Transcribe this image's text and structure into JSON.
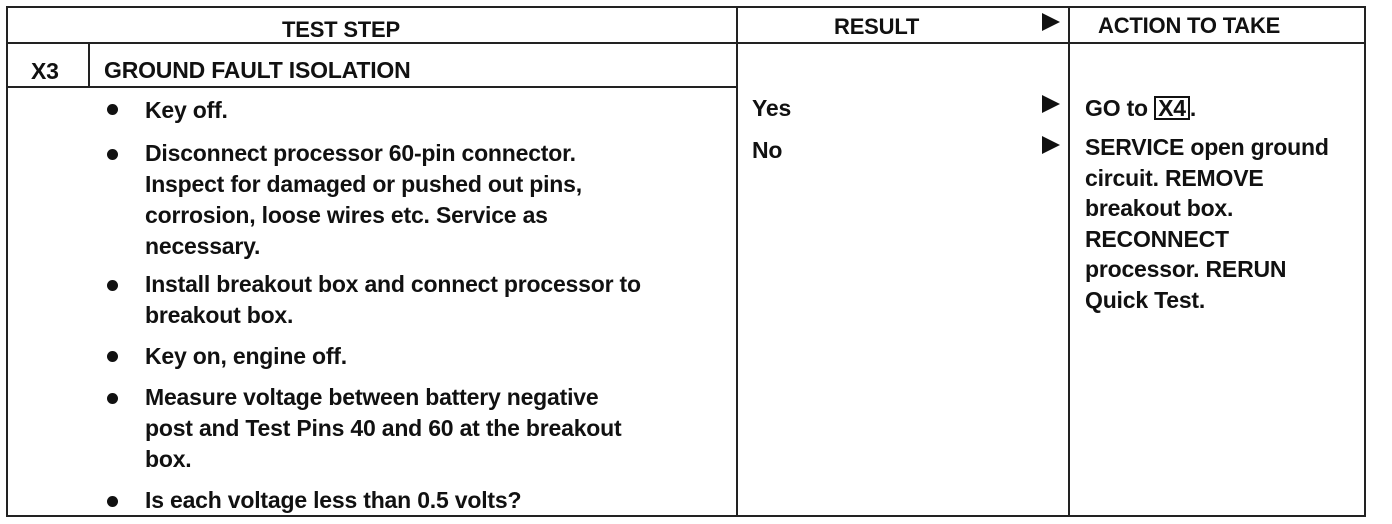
{
  "headers": {
    "test_step": "TEST STEP",
    "result": "RESULT",
    "action": "ACTION TO TAKE"
  },
  "step": {
    "id": "X3",
    "title": "GROUND FAULT ISOLATION",
    "bullets": [
      {
        "lines": [
          "Key off."
        ]
      },
      {
        "lines": [
          "Disconnect processor 60-pin connector.",
          "Inspect for damaged or pushed out pins,",
          "corrosion, loose wires etc. Service as",
          "necessary."
        ]
      },
      {
        "lines": [
          "Install breakout box and connect processor to",
          "breakout box."
        ]
      },
      {
        "lines": [
          "Key on, engine off."
        ]
      },
      {
        "lines": [
          "Measure voltage between battery negative",
          "post and Test Pins 40 and 60 at the breakout",
          "box."
        ]
      },
      {
        "lines": [
          "Is each voltage less than 0.5 volts?"
        ]
      }
    ]
  },
  "results": {
    "yes": "Yes",
    "no": "No"
  },
  "actions": {
    "yes_prefix": "GO to",
    "yes_ref": "X4",
    "yes_suffix": ".",
    "no_lines": [
      "SERVICE open ground",
      "circuit. REMOVE",
      "breakout box.",
      "RECONNECT",
      "processor. RERUN",
      "Quick Test."
    ]
  },
  "icons": {
    "arrow": "right-triangle-arrow-icon",
    "bullet": "bullet-dot-icon"
  }
}
